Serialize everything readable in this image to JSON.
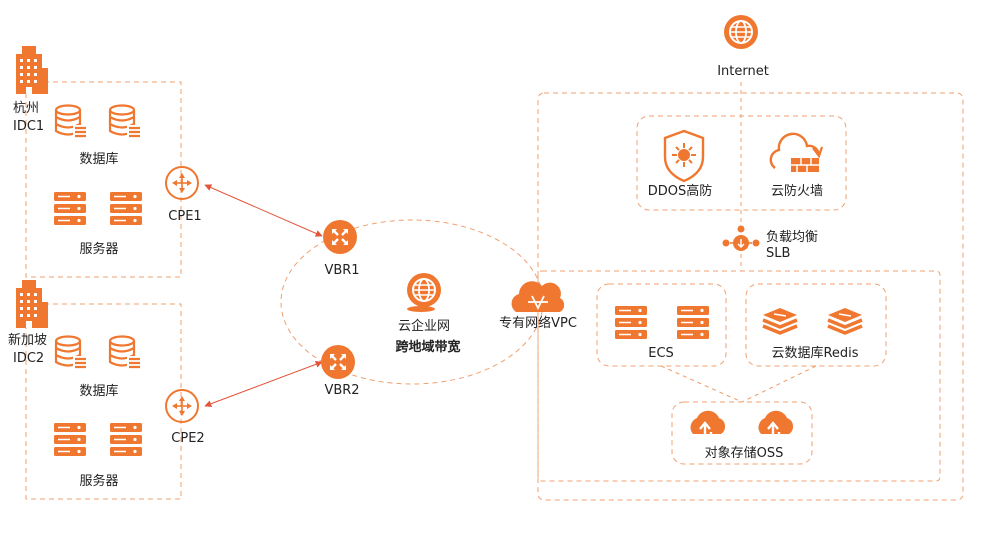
{
  "colors": {
    "accent": "#f0772f",
    "dashed": "#f0a070",
    "line": "#e2553a",
    "text": "#222222"
  },
  "idc1": {
    "city": "杭州",
    "name": "IDC1",
    "db_label": "数据库",
    "server_label": "服务器",
    "cpe": "CPE1",
    "building_icon": "building-icon"
  },
  "idc2": {
    "city": "新加坡",
    "name": "IDC2",
    "db_label": "数据库",
    "server_label": "服务器",
    "cpe": "CPE2",
    "building_icon": "building-icon"
  },
  "cen": {
    "vbr1": "VBR1",
    "vbr2": "VBR2",
    "name": "云企业网",
    "subtitle": "跨地域带宽",
    "icon": "globe-icon"
  },
  "internet": {
    "label": "Internet",
    "icon": "globe-icon"
  },
  "security": {
    "ddos": "DDOS高防",
    "firewall": "云防火墙"
  },
  "slb": {
    "line1": "负载均衡",
    "line2": "SLB",
    "icon": "load-balancer-icon"
  },
  "vpc": {
    "label": "专有网络VPC",
    "icon": "cloud-icon"
  },
  "ecs": {
    "label": "ECS",
    "icon": "server-icon"
  },
  "redis": {
    "label": "云数据库Redis",
    "icon": "redis-stack-icon"
  },
  "oss": {
    "label": "对象存储OSS",
    "icon": "cloud-upload-icon"
  }
}
